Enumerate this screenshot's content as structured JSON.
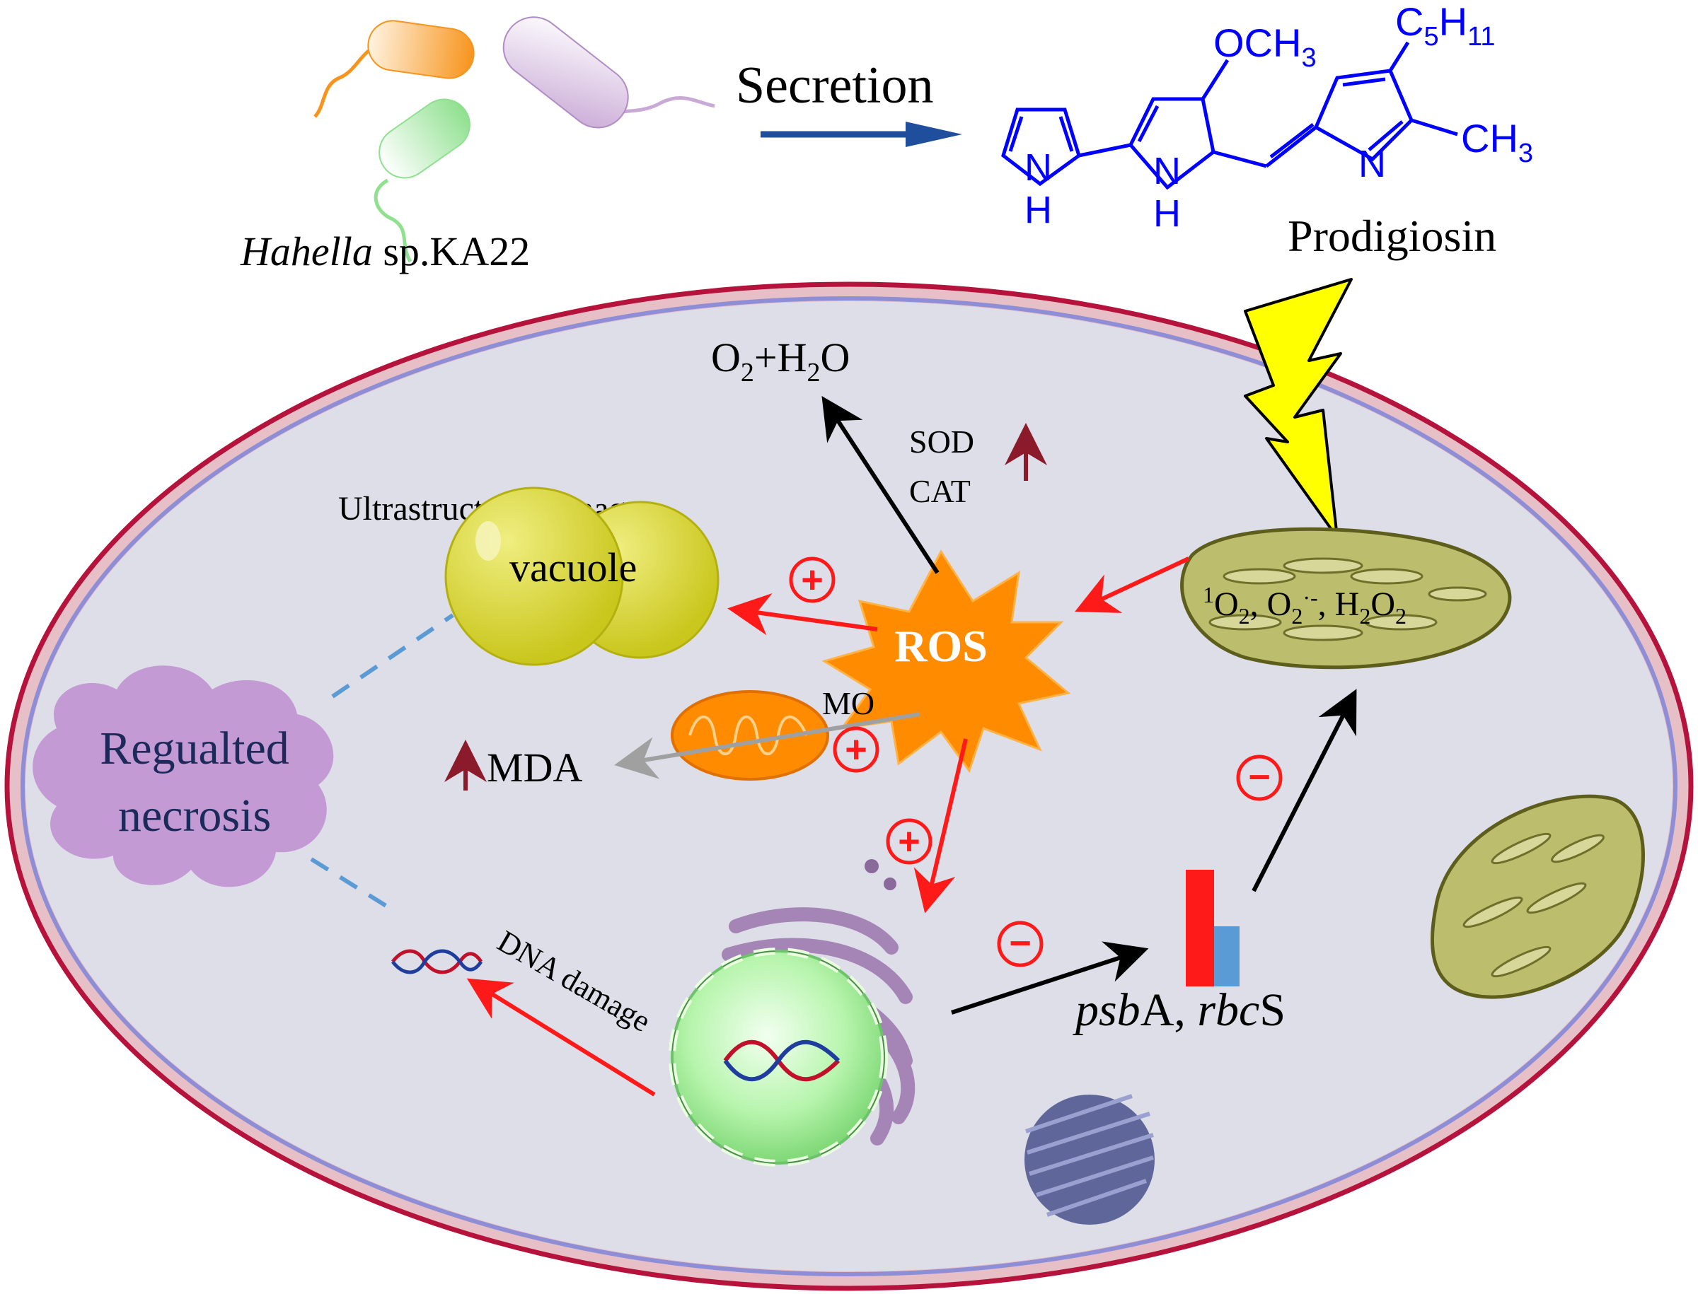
{
  "bacteria": {
    "genus": "Hahella",
    "strain": " sp.KA22",
    "colors": [
      "#f7941d",
      "#c9a9d6",
      "#8fe08f"
    ]
  },
  "secretion_label": "Secretion",
  "molecule": {
    "name": "Prodigiosin",
    "och3": "OCH",
    "och3_sub": "3",
    "c5h11": "C",
    "c5h11_sub1": "5",
    "c5h11_h": "H",
    "c5h11_sub2": "11",
    "ch3": "CH",
    "ch3_sub": "3",
    "n": "N",
    "h": "H",
    "color": "#0000ff"
  },
  "products": {
    "o": "O",
    "o_sub": "2",
    "plus_h": "+H",
    "h_sub": "2",
    "o_end": "O"
  },
  "enzymes": {
    "sod": "SOD",
    "cat": "CAT"
  },
  "ultrastructure_label": "Ultrastructure damage",
  "vacuole_label": "vacuole",
  "ros_label": "ROS",
  "ros_species": {
    "sup1": "1",
    "o1": "O",
    "sub1": "2",
    "comma1": ", O",
    "sub2": "2",
    "sup2": "·-",
    "comma2": ", H",
    "sub3": "2",
    "o3": "O",
    "sub4": "2"
  },
  "necrosis": {
    "line1": "Regualted",
    "line2": "necrosis"
  },
  "mo_label": "MO",
  "mda_label": "MDA",
  "dna_damage_label": "DNA damage",
  "genes": {
    "g1_italic": "psb",
    "g1_rest": "A, ",
    "g2_italic": "rbc",
    "g2_rest": "S"
  },
  "signs": {
    "plus": "+",
    "minus": "−"
  },
  "colors": {
    "cell_membrane": "#b5123c",
    "cell_membrane_inner": "#8e8ed6",
    "cytoplasm": "#dedee9",
    "ros": "#ff8c00",
    "red_arrow": "#ff1a1a",
    "up_arrow": "#8b1a2b",
    "vacuole": "#d4d22a",
    "chloroplast": "#bdbd6e",
    "necrosis": "#c39ad4",
    "nucleus": "#a8f0a0",
    "er": "#a585b5"
  }
}
